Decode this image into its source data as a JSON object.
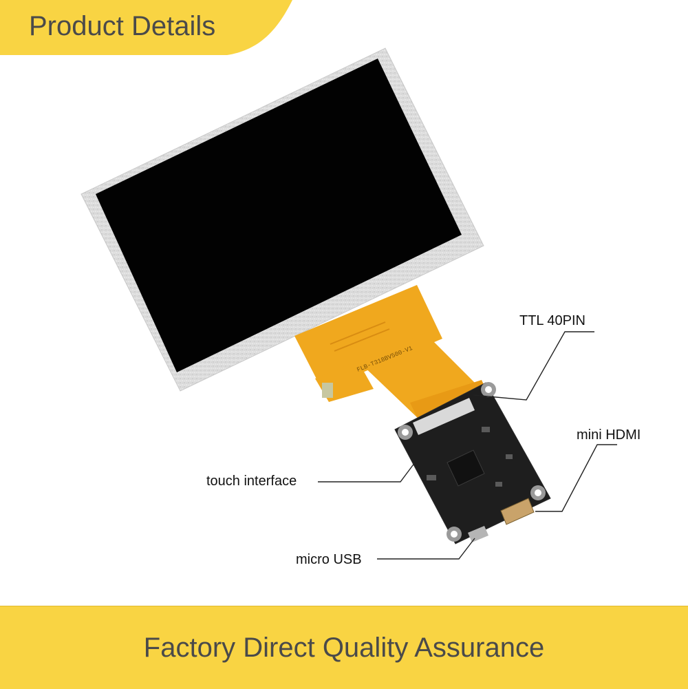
{
  "header": {
    "title": "Product Details",
    "color": "#f9d443"
  },
  "callouts": {
    "ttl": "TTL 40PIN",
    "hdmi": "mini HDMI",
    "touch": "touch interface",
    "usb": "micro USB"
  },
  "footer": {
    "text": "Factory Direct Quality Assurance",
    "color": "#f9d443"
  },
  "colors": {
    "accent": "#f9d443",
    "text": "#4a4a4a",
    "fpc": "#f0a81e",
    "pcb": "#1e1e1e"
  }
}
